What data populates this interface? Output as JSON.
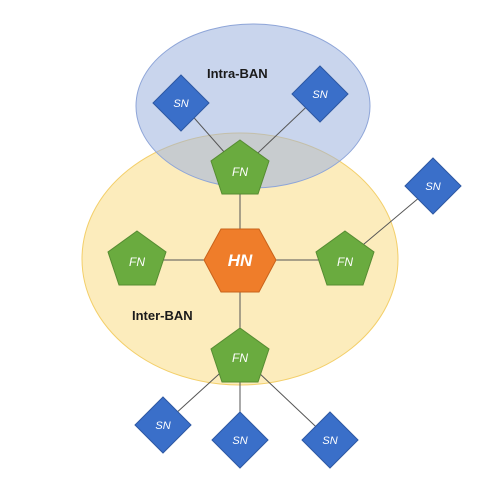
{
  "regions": {
    "intra_ban": "Intra-BAN",
    "inter_ban": "Inter-BAN"
  },
  "nodes": {
    "hn": "HN",
    "fn": "FN",
    "sn": "SN"
  },
  "colors": {
    "intra_region": "#c9d6ee",
    "inter_region": "#fbe6a6",
    "hn": "#ef7d2a",
    "fn": "#6aab3f",
    "sn": "#3a6fc9",
    "edge": "#555555"
  },
  "icons": {
    "hn": "hexagon",
    "fn": "pentagon",
    "sn": "diamond"
  }
}
